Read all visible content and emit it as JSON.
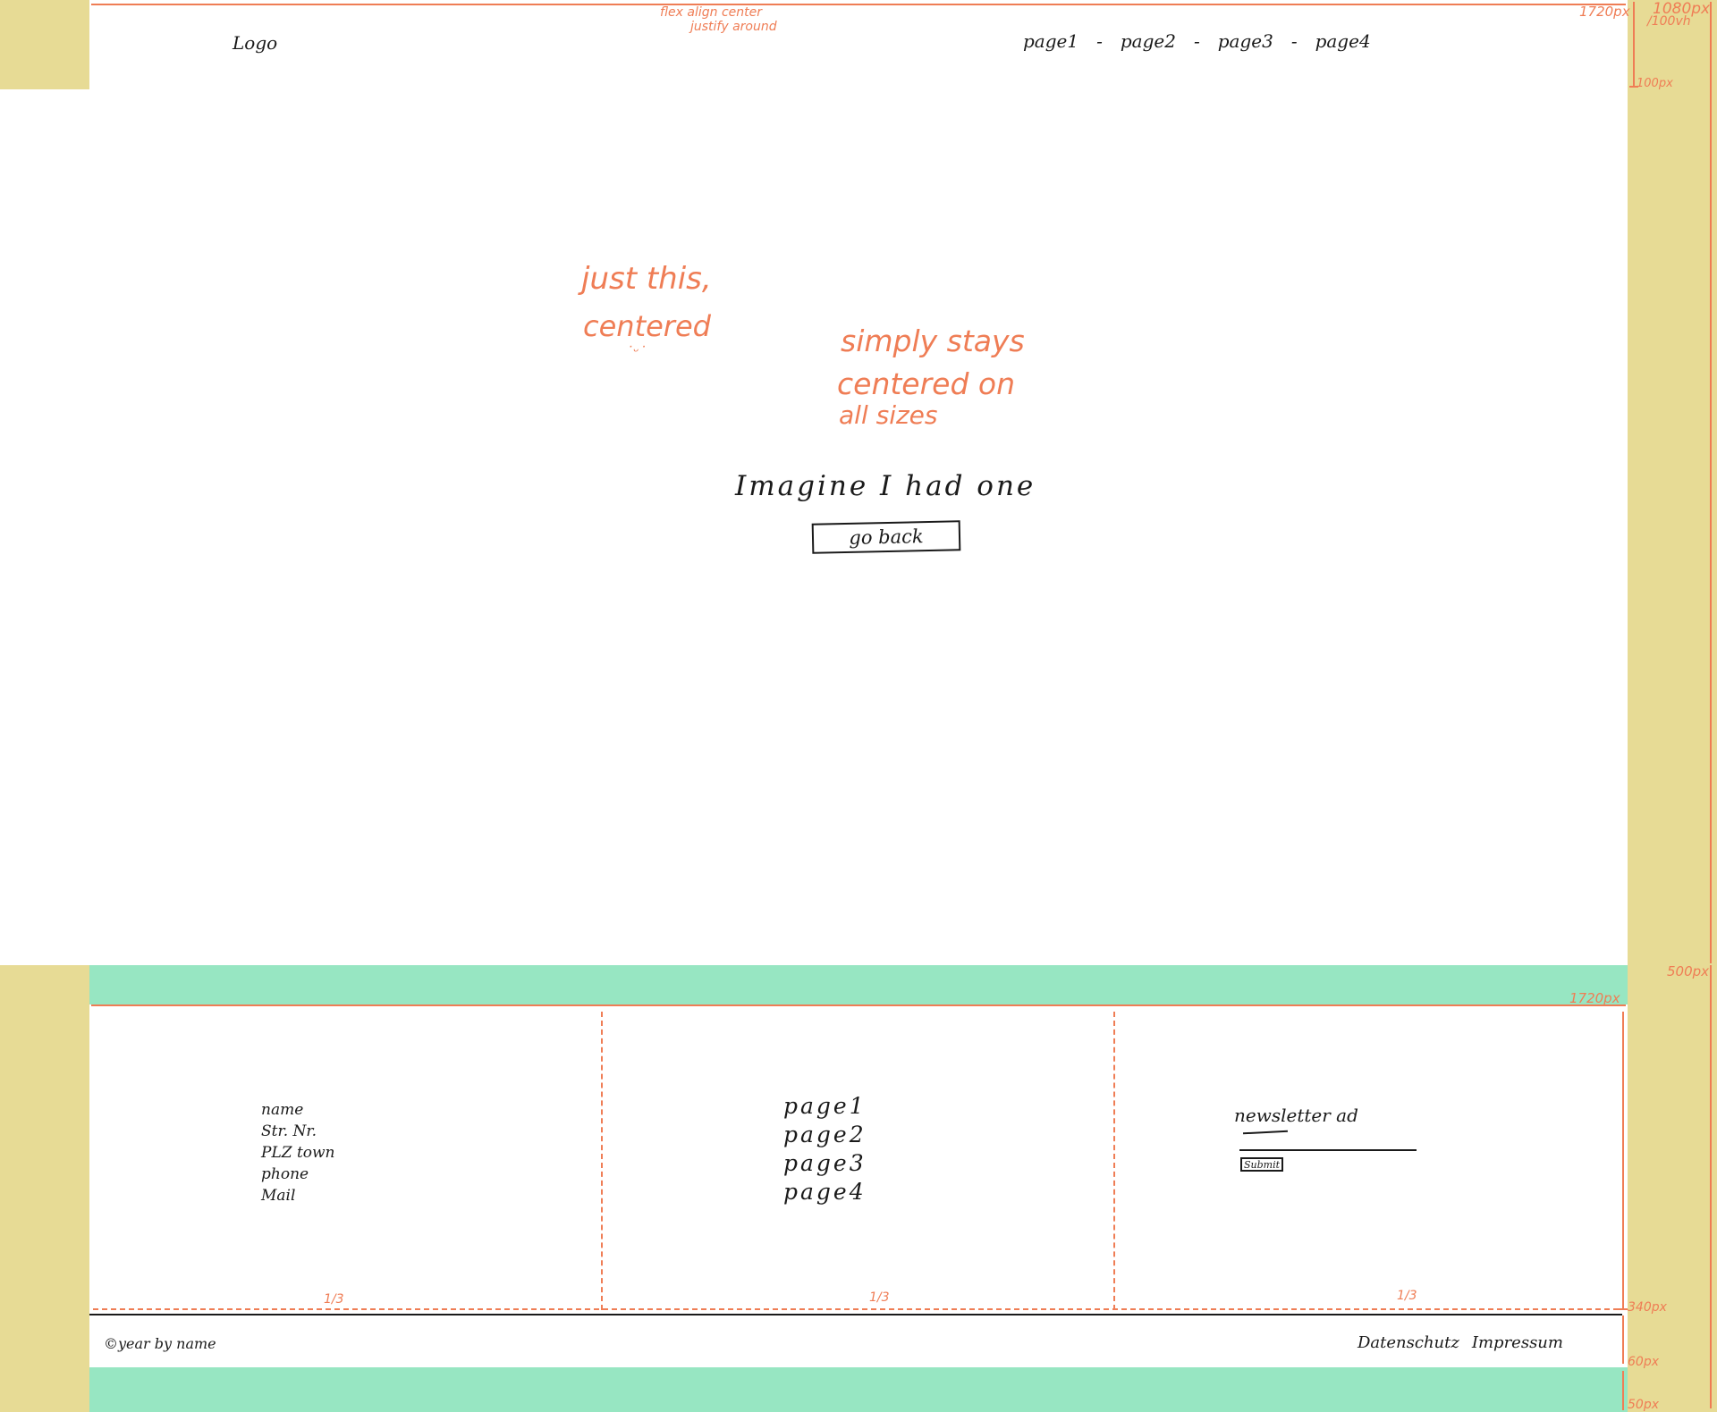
{
  "header": {
    "logo": "Logo",
    "nav_items": [
      {
        "label": "page1"
      },
      {
        "label": "page2"
      },
      {
        "label": "page3"
      },
      {
        "label": "page4"
      }
    ],
    "separator": "-",
    "note_flex": "flex align center",
    "note_justify": "justify around",
    "width_label": "1720px",
    "height_label": "100px"
  },
  "viewport": {
    "height_label": "1080px",
    "height_sub": "/100vh"
  },
  "main": {
    "note_just_this": "just this,",
    "note_centered": "centered",
    "note_smiley": "˙ᵕ˙",
    "note_stays_1": "simply stays",
    "note_stays_2": "centered on",
    "note_stays_3": "all sizes",
    "message": "Imagine I had one",
    "go_back": "go back"
  },
  "footer": {
    "total_height_label": "500px",
    "width_label": "1720px",
    "content_height_label": "340px",
    "bar_height_label": "60px",
    "bottom_margin_label": "50px",
    "third_label": "1/3",
    "address": [
      "name",
      "Str. Nr.",
      "PLZ town",
      "phone",
      "Mail"
    ],
    "pages": [
      "page1",
      "page2",
      "page3",
      "page4"
    ],
    "newsletter": "newsletter ad",
    "submit": "Submit",
    "copyright": "©year by name",
    "links": [
      "Datenschutz",
      "Impressum"
    ]
  }
}
